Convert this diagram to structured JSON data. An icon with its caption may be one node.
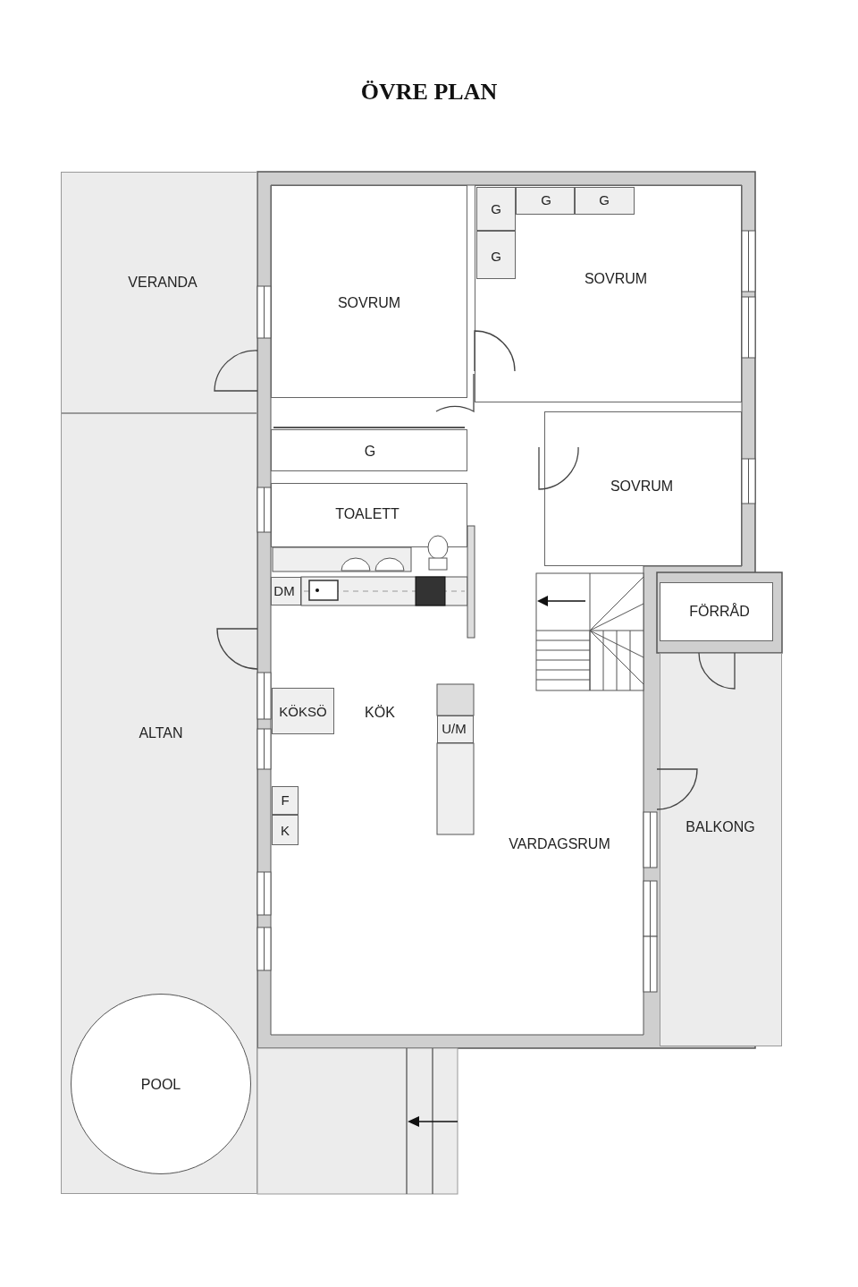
{
  "diagram": {
    "title": "ÖVRE PLAN",
    "nodes": [
      {
        "text": [
          "VERANDA"
        ]
      },
      {
        "text": [
          "SOVRUM"
        ]
      },
      {
        "text": [
          "SOVRUM"
        ]
      },
      {
        "text": [
          "G"
        ],
        "in": 2
      },
      {
        "text": [
          "G"
        ],
        "in": 2
      },
      {
        "text": [
          "G"
        ],
        "in": 2
      },
      {
        "text": [
          "G"
        ],
        "in": 2
      },
      {
        "text": [
          "G"
        ]
      },
      {
        "text": [
          "SOVRUM"
        ]
      },
      {
        "text": [
          "TOALETT"
        ]
      },
      {
        "text": [
          "DM"
        ]
      },
      {
        "text": [
          "KÖK"
        ]
      },
      {
        "text": [
          "KÖKSÖ"
        ],
        "in": 11
      },
      {
        "text": [
          "F"
        ],
        "in": 11
      },
      {
        "text": [
          "K"
        ],
        "in": 11
      },
      {
        "text": [
          "U/M"
        ]
      },
      {
        "text": [
          "VARDAGSRUM"
        ]
      },
      {
        "text": [
          "FÖRRÅD"
        ]
      },
      {
        "text": [
          "ALTAN"
        ]
      },
      {
        "text": [
          "POOL"
        ],
        "in": 18
      },
      {
        "text": [
          "BALKONG"
        ]
      }
    ]
  }
}
